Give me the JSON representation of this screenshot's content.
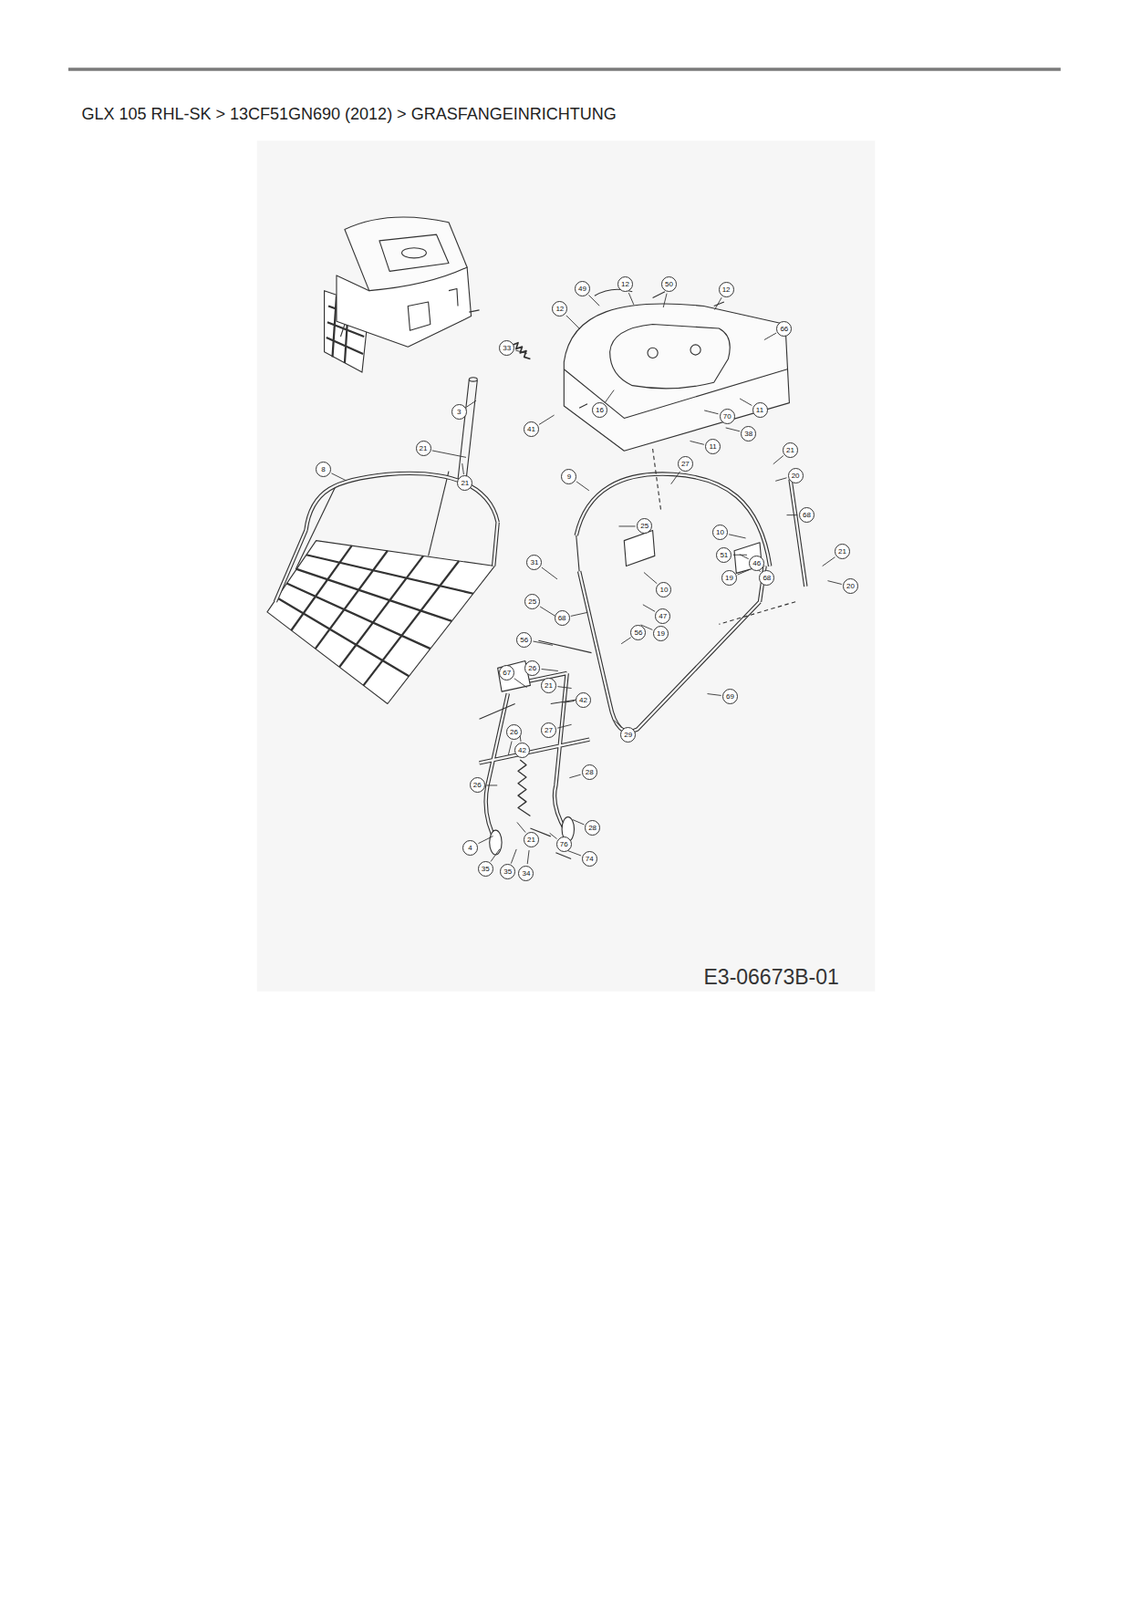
{
  "diagram": {
    "title": "GLX 105 RHL-SK > 13CF51GN690 (2012) > GRASFANGEINRICHTUNG",
    "labels": [
      "49",
      "12",
      "50",
      "12",
      "12",
      "66",
      "33",
      "3",
      "21",
      "21",
      "8",
      "41",
      "16",
      "11",
      "70",
      "38",
      "11",
      "27",
      "21",
      "20",
      "9",
      "25",
      "68",
      "10",
      "51",
      "46",
      "68",
      "19",
      "21",
      "20",
      "31",
      "25",
      "68",
      "10",
      "47",
      "19",
      "56",
      "69",
      "29",
      "56",
      "26",
      "67",
      "21",
      "42",
      "27",
      "26",
      "42",
      "28",
      "26",
      "4",
      "21",
      "76",
      "28",
      "74",
      "35",
      "35",
      "34",
      "E3-06673B-01"
    ]
  }
}
